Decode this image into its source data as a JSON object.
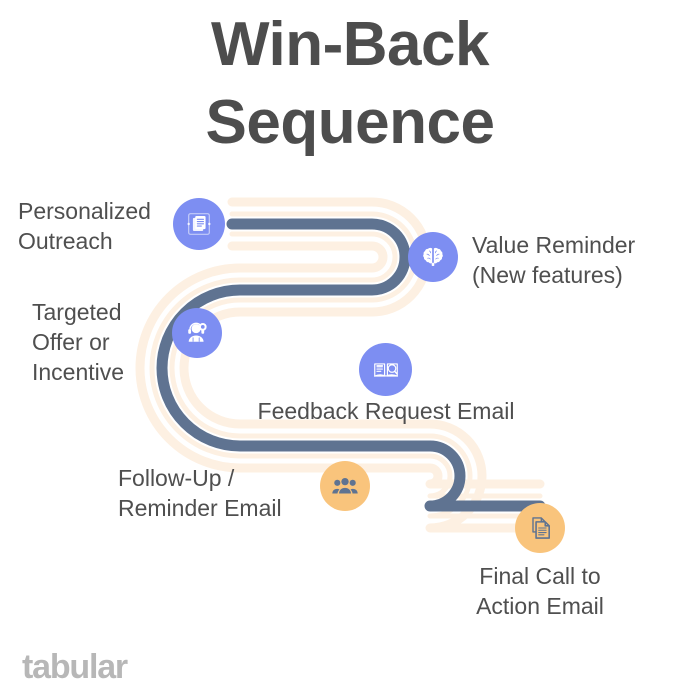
{
  "page": {
    "background": "#ffffff",
    "title_line1": "Win-Back",
    "title_line2": "Sequence",
    "title_color": "#4d4d4d",
    "logo_text": "tabular",
    "logo_color": "#b7b7b7"
  },
  "theme": {
    "path_color": "#5f7391",
    "ribbon_color": "#fdf0e2",
    "node_blue": "#7d8ef2",
    "node_orange": "#f9c47c",
    "icon_white": "#ffffff",
    "icon_slate": "#5f7391",
    "text_color": "#4f4f4f"
  },
  "steps": [
    {
      "id": "personalized-outreach",
      "label": "Personalized\nOutreach",
      "icon": "document-clipboard-icon",
      "circle_color": "#7d8ef2",
      "icon_color": "#ffffff",
      "label_align": "left"
    },
    {
      "id": "value-reminder",
      "label": "Value Reminder\n(New features)",
      "icon": "brain-icon",
      "circle_color": "#7d8ef2",
      "icon_color": "#ffffff",
      "label_align": "right"
    },
    {
      "id": "targeted-offer",
      "label": "Targeted\nOffer or\nIncentive",
      "icon": "agent-headset-icon",
      "circle_color": "#7d8ef2",
      "icon_color": "#ffffff",
      "label_align": "left"
    },
    {
      "id": "feedback-request",
      "label": "Feedback Request Email",
      "icon": "document-search-icon",
      "circle_color": "#7d8ef2",
      "icon_color": "#ffffff",
      "label_align": "center"
    },
    {
      "id": "follow-up-reminder",
      "label": "Follow-Up /\nReminder Email",
      "icon": "people-group-icon",
      "circle_color": "#f9c47c",
      "icon_color": "#5f7391",
      "label_align": "left"
    },
    {
      "id": "final-call-to-action",
      "label": "Final Call to\nAction Email",
      "icon": "documents-stack-icon",
      "circle_color": "#f9c47c",
      "icon_color": "#5f7391",
      "label_align": "center"
    }
  ]
}
